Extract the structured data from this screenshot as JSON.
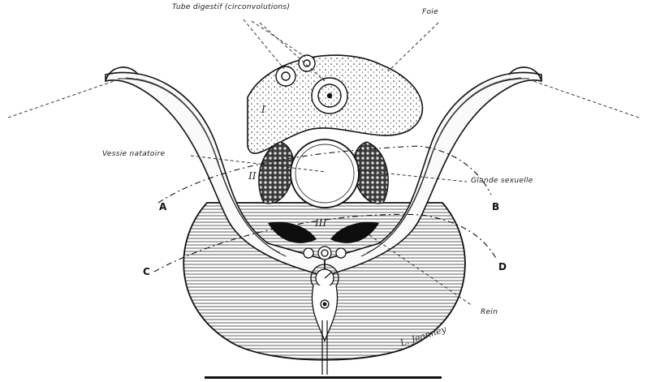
{
  "labels": {
    "tube_digestif": "Tube digestif (circonvolutions)",
    "foie": "Foie",
    "vessie_natatoire": "Vessie natatoire",
    "glande_sexuelle": "Glande sexuelle",
    "rein": "Rein"
  },
  "letters": {
    "a": "A",
    "b": "B",
    "c": "C",
    "d": "D"
  },
  "regions": {
    "i": "I",
    "ii": "II",
    "iii": "III"
  },
  "signature": "L. Jeanney"
}
